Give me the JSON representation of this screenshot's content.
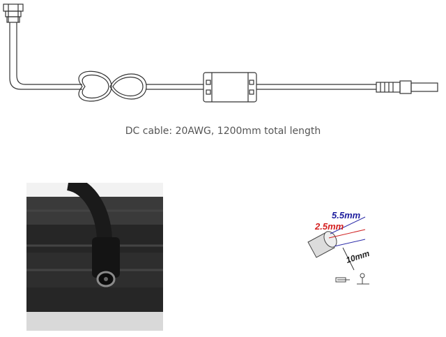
{
  "caption": "DC cable: 20AWG, 1200mm total length",
  "plug_diagram": {
    "outer_diameter": "5.5mm",
    "inner_diameter": "2.5mm",
    "length": "10mm",
    "outer_color": "#1d1d9e",
    "inner_color": "#d42020",
    "length_color": "#222222"
  },
  "icons": {
    "cable": "dc-cable-drawing",
    "photo": "adapter-photo",
    "plug": "barrel-plug-diagram"
  }
}
